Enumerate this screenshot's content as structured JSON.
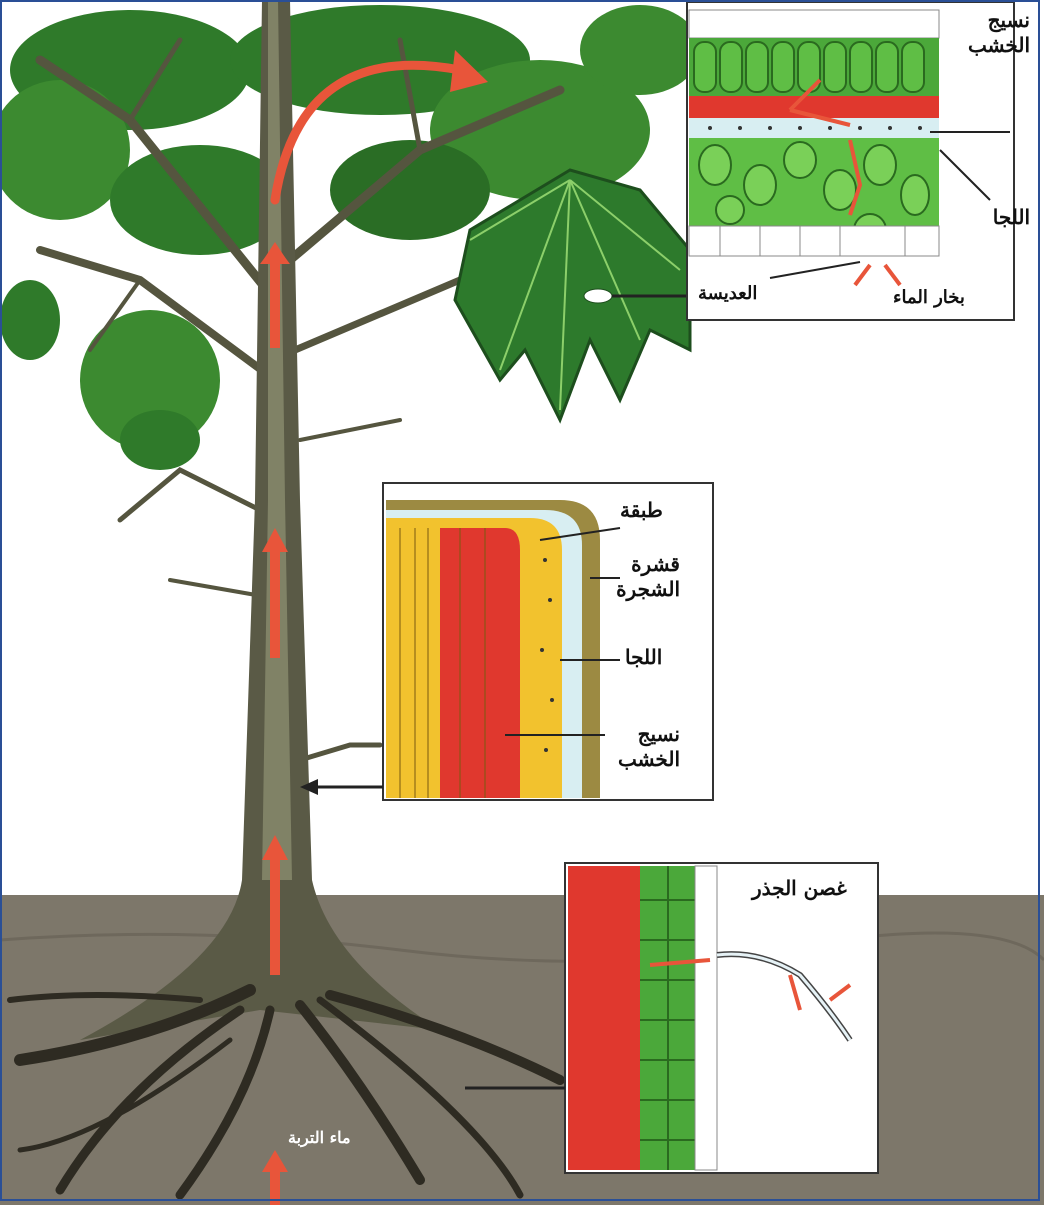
{
  "labels": {
    "leaf_xylem": "نسيج الخشب",
    "leaf_phloem": "اللجا",
    "lenticel": "العديسة",
    "water_vapor": "بخار الماء",
    "bark_layer": "طبقة",
    "bark": "قشرة الشجرة",
    "trunk_phloem": "اللجا",
    "trunk_xylem": "نسيج الخشب",
    "root_hair": "غصن الجذر",
    "soil_water": "ماء التربة"
  },
  "colors": {
    "sky": "#ffffff",
    "soil": "#7d776a",
    "trunk": "#5a5a46",
    "foliage": "#2f7a2a",
    "xylem": "#e0382e",
    "cell_green": "#4ba83a",
    "bark": "#9c8a42",
    "sapwood": "#f2c22e",
    "phloem": "#d8eef2",
    "arrow": "#e8553a",
    "frame": "#2a4f96"
  }
}
